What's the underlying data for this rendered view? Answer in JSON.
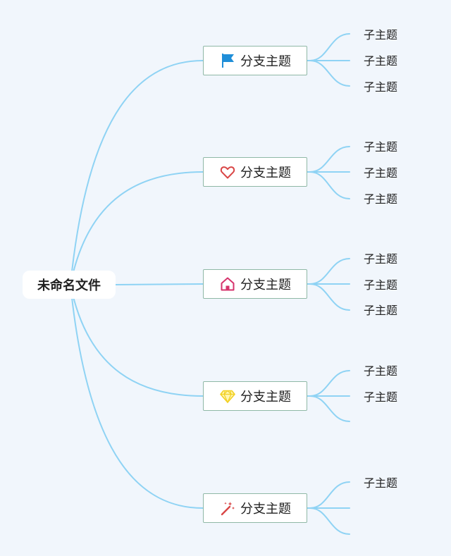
{
  "root": {
    "label": "未命名文件"
  },
  "branches": [
    {
      "label": "分支主题",
      "icon": "flag-icon",
      "icon_color": "#1f8ed8",
      "subtopics": [
        "子主题",
        "子主题",
        "子主题"
      ]
    },
    {
      "label": "分支主题",
      "icon": "heart-icon",
      "icon_color": "#d94545",
      "subtopics": [
        "子主题",
        "子主题",
        "子主题"
      ]
    },
    {
      "label": "分支主题",
      "icon": "home-icon",
      "icon_color": "#d6336c",
      "subtopics": [
        "子主题",
        "子主题",
        "子主题"
      ]
    },
    {
      "label": "分支主题",
      "icon": "diamond-icon",
      "icon_color": "#f2d022",
      "subtopics": [
        "子主题",
        "子主题",
        ""
      ]
    },
    {
      "label": "分支主题",
      "icon": "magic-wand-icon",
      "icon_color": "#d94545",
      "subtopics": [
        "子主题",
        "",
        ""
      ]
    }
  ],
  "colors": {
    "connector": "#8fd3f4",
    "background": "#f1f6fc",
    "branch_border": "#8fb8a6"
  }
}
